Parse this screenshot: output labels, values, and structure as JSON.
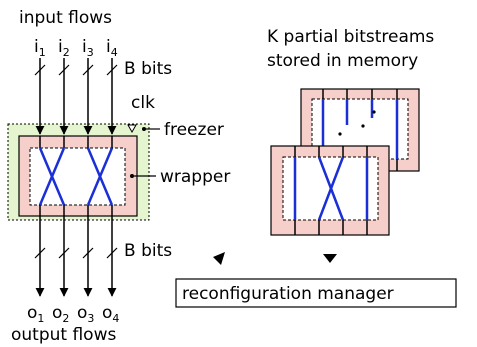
{
  "colors": {
    "freezer_fill": "#e4f5cf",
    "wrapper_fill": "#f6cfcb",
    "crossbar_fill": "#ffffff",
    "crossbar_line": "#1a2fd6",
    "stroke": "#000000"
  },
  "labels": {
    "input_flows": "input flows",
    "output_flows": "output flows",
    "b_bits_top": "B bits",
    "b_bits_bottom": "B bits",
    "clk": "clk",
    "freezer": "freezer",
    "wrapper": "wrapper",
    "partial_title_line1": "K partial bitstreams",
    "partial_title_line2": "stored in memory",
    "reconfiguration_manager": "reconfiguration manager",
    "ellipsis": ". ."
  },
  "inputs": [
    {
      "base": "i",
      "sub": "1"
    },
    {
      "base": "i",
      "sub": "2"
    },
    {
      "base": "i",
      "sub": "3"
    },
    {
      "base": "i",
      "sub": "4"
    }
  ],
  "outputs": [
    {
      "base": "o",
      "sub": "1"
    },
    {
      "base": "o",
      "sub": "2"
    },
    {
      "base": "o",
      "sub": "3"
    },
    {
      "base": "o",
      "sub": "4"
    }
  ]
}
